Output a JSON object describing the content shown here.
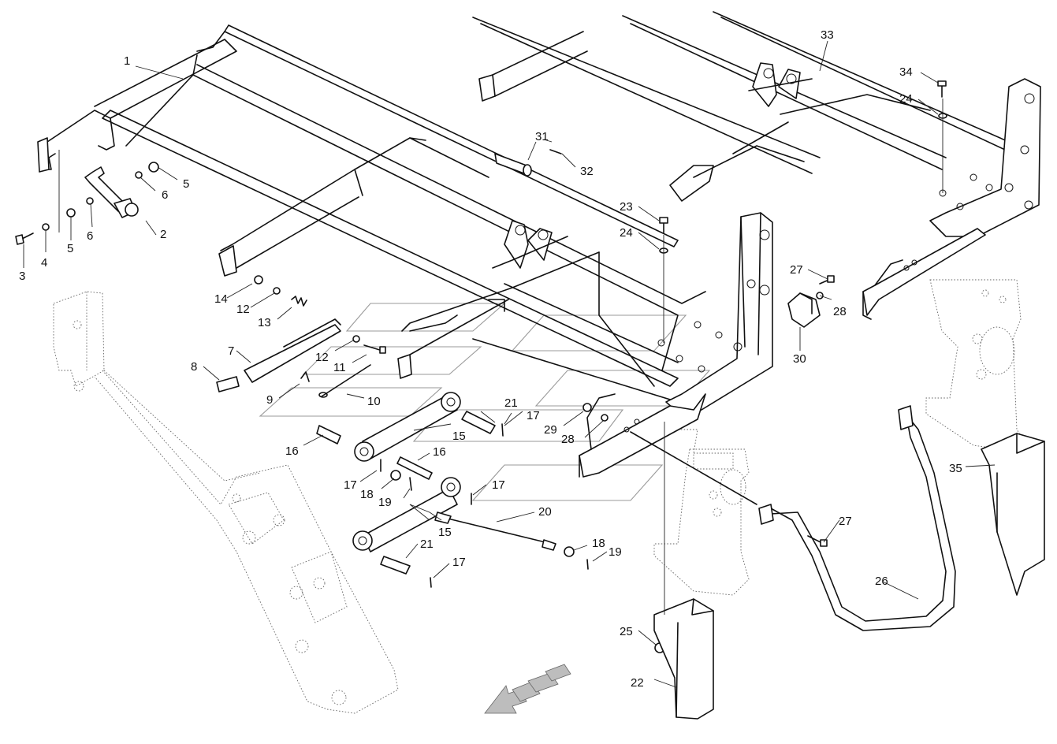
{
  "diagram": {
    "callouts": [
      {
        "id": "c1",
        "label": "1"
      },
      {
        "id": "c2",
        "label": "2"
      },
      {
        "id": "c3",
        "label": "3"
      },
      {
        "id": "c4",
        "label": "4"
      },
      {
        "id": "c5a",
        "label": "5"
      },
      {
        "id": "c5b",
        "label": "5"
      },
      {
        "id": "c6a",
        "label": "6"
      },
      {
        "id": "c6b",
        "label": "6"
      },
      {
        "id": "c7",
        "label": "7"
      },
      {
        "id": "c8",
        "label": "8"
      },
      {
        "id": "c9",
        "label": "9"
      },
      {
        "id": "c10",
        "label": "10"
      },
      {
        "id": "c11",
        "label": "11"
      },
      {
        "id": "c12a",
        "label": "12"
      },
      {
        "id": "c12b",
        "label": "12"
      },
      {
        "id": "c13",
        "label": "13"
      },
      {
        "id": "c14",
        "label": "14"
      },
      {
        "id": "c15a",
        "label": "15"
      },
      {
        "id": "c15b",
        "label": "15"
      },
      {
        "id": "c16a",
        "label": "16"
      },
      {
        "id": "c16b",
        "label": "16"
      },
      {
        "id": "c17a",
        "label": "17"
      },
      {
        "id": "c17b",
        "label": "17"
      },
      {
        "id": "c17c",
        "label": "17"
      },
      {
        "id": "c17d",
        "label": "17"
      },
      {
        "id": "c18a",
        "label": "18"
      },
      {
        "id": "c18b",
        "label": "18"
      },
      {
        "id": "c19a",
        "label": "19"
      },
      {
        "id": "c19b",
        "label": "19"
      },
      {
        "id": "c20",
        "label": "20"
      },
      {
        "id": "c21a",
        "label": "21"
      },
      {
        "id": "c21b",
        "label": "21"
      },
      {
        "id": "c22",
        "label": "22"
      },
      {
        "id": "c23",
        "label": "23"
      },
      {
        "id": "c24a",
        "label": "24"
      },
      {
        "id": "c24b",
        "label": "24"
      },
      {
        "id": "c25",
        "label": "25"
      },
      {
        "id": "c26",
        "label": "26"
      },
      {
        "id": "c27a",
        "label": "27"
      },
      {
        "id": "c27b",
        "label": "27"
      },
      {
        "id": "c28a",
        "label": "28"
      },
      {
        "id": "c28b",
        "label": "28"
      },
      {
        "id": "c29",
        "label": "29"
      },
      {
        "id": "c30",
        "label": "30"
      },
      {
        "id": "c31",
        "label": "31"
      },
      {
        "id": "c32",
        "label": "32"
      },
      {
        "id": "c33",
        "label": "33"
      },
      {
        "id": "c34",
        "label": "34"
      },
      {
        "id": "c35",
        "label": "35"
      }
    ]
  }
}
